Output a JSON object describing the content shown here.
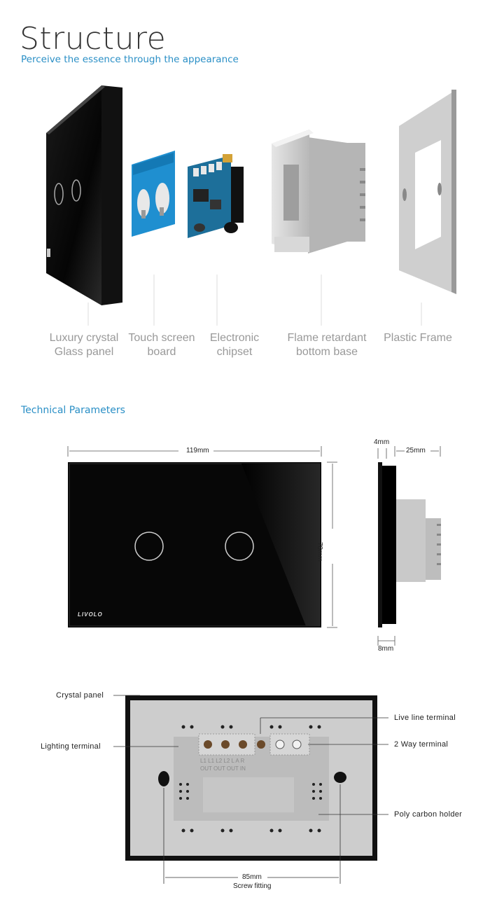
{
  "header": {
    "title": "Structure",
    "subtitle": "Perceive the essence  through the appearance"
  },
  "parts": [
    {
      "line1": "Luxury crystal",
      "line2": "Glass panel"
    },
    {
      "line1": "Touch screen",
      "line2": "board"
    },
    {
      "line1": "Electronic",
      "line2": "chipset"
    },
    {
      "line1": "Flame retardant",
      "line2": "bottom base"
    },
    {
      "line1": "Plastic Frame",
      "line2": ""
    }
  ],
  "tech": {
    "heading": "Technical Parameters",
    "width": "119mm",
    "height": "78mm",
    "depth_glass": "4mm",
    "depth_body": "25mm",
    "depth_bottom": "8mm",
    "logo": "LIVOLO"
  },
  "back": {
    "crystal_panel": "Crystal panel",
    "lighting_terminal": "Lighting terminal",
    "live_line_terminal": "Live line terminal",
    "two_way_terminal": "2 Way terminal",
    "poly_carbon_holder": "Poly carbon holder",
    "screw_distance": "85mm",
    "screw_fitting": "Screw fitting",
    "terminal_marks": "L1  L1  L2  L2    L    A   R",
    "terminal_marks2": "OUT OUT OUT  IN"
  },
  "colors": {
    "accent": "#2a8fc6",
    "label_gray": "#999999",
    "panel_black": "#0a0a0a",
    "base_gray": "#c9c9c9"
  }
}
